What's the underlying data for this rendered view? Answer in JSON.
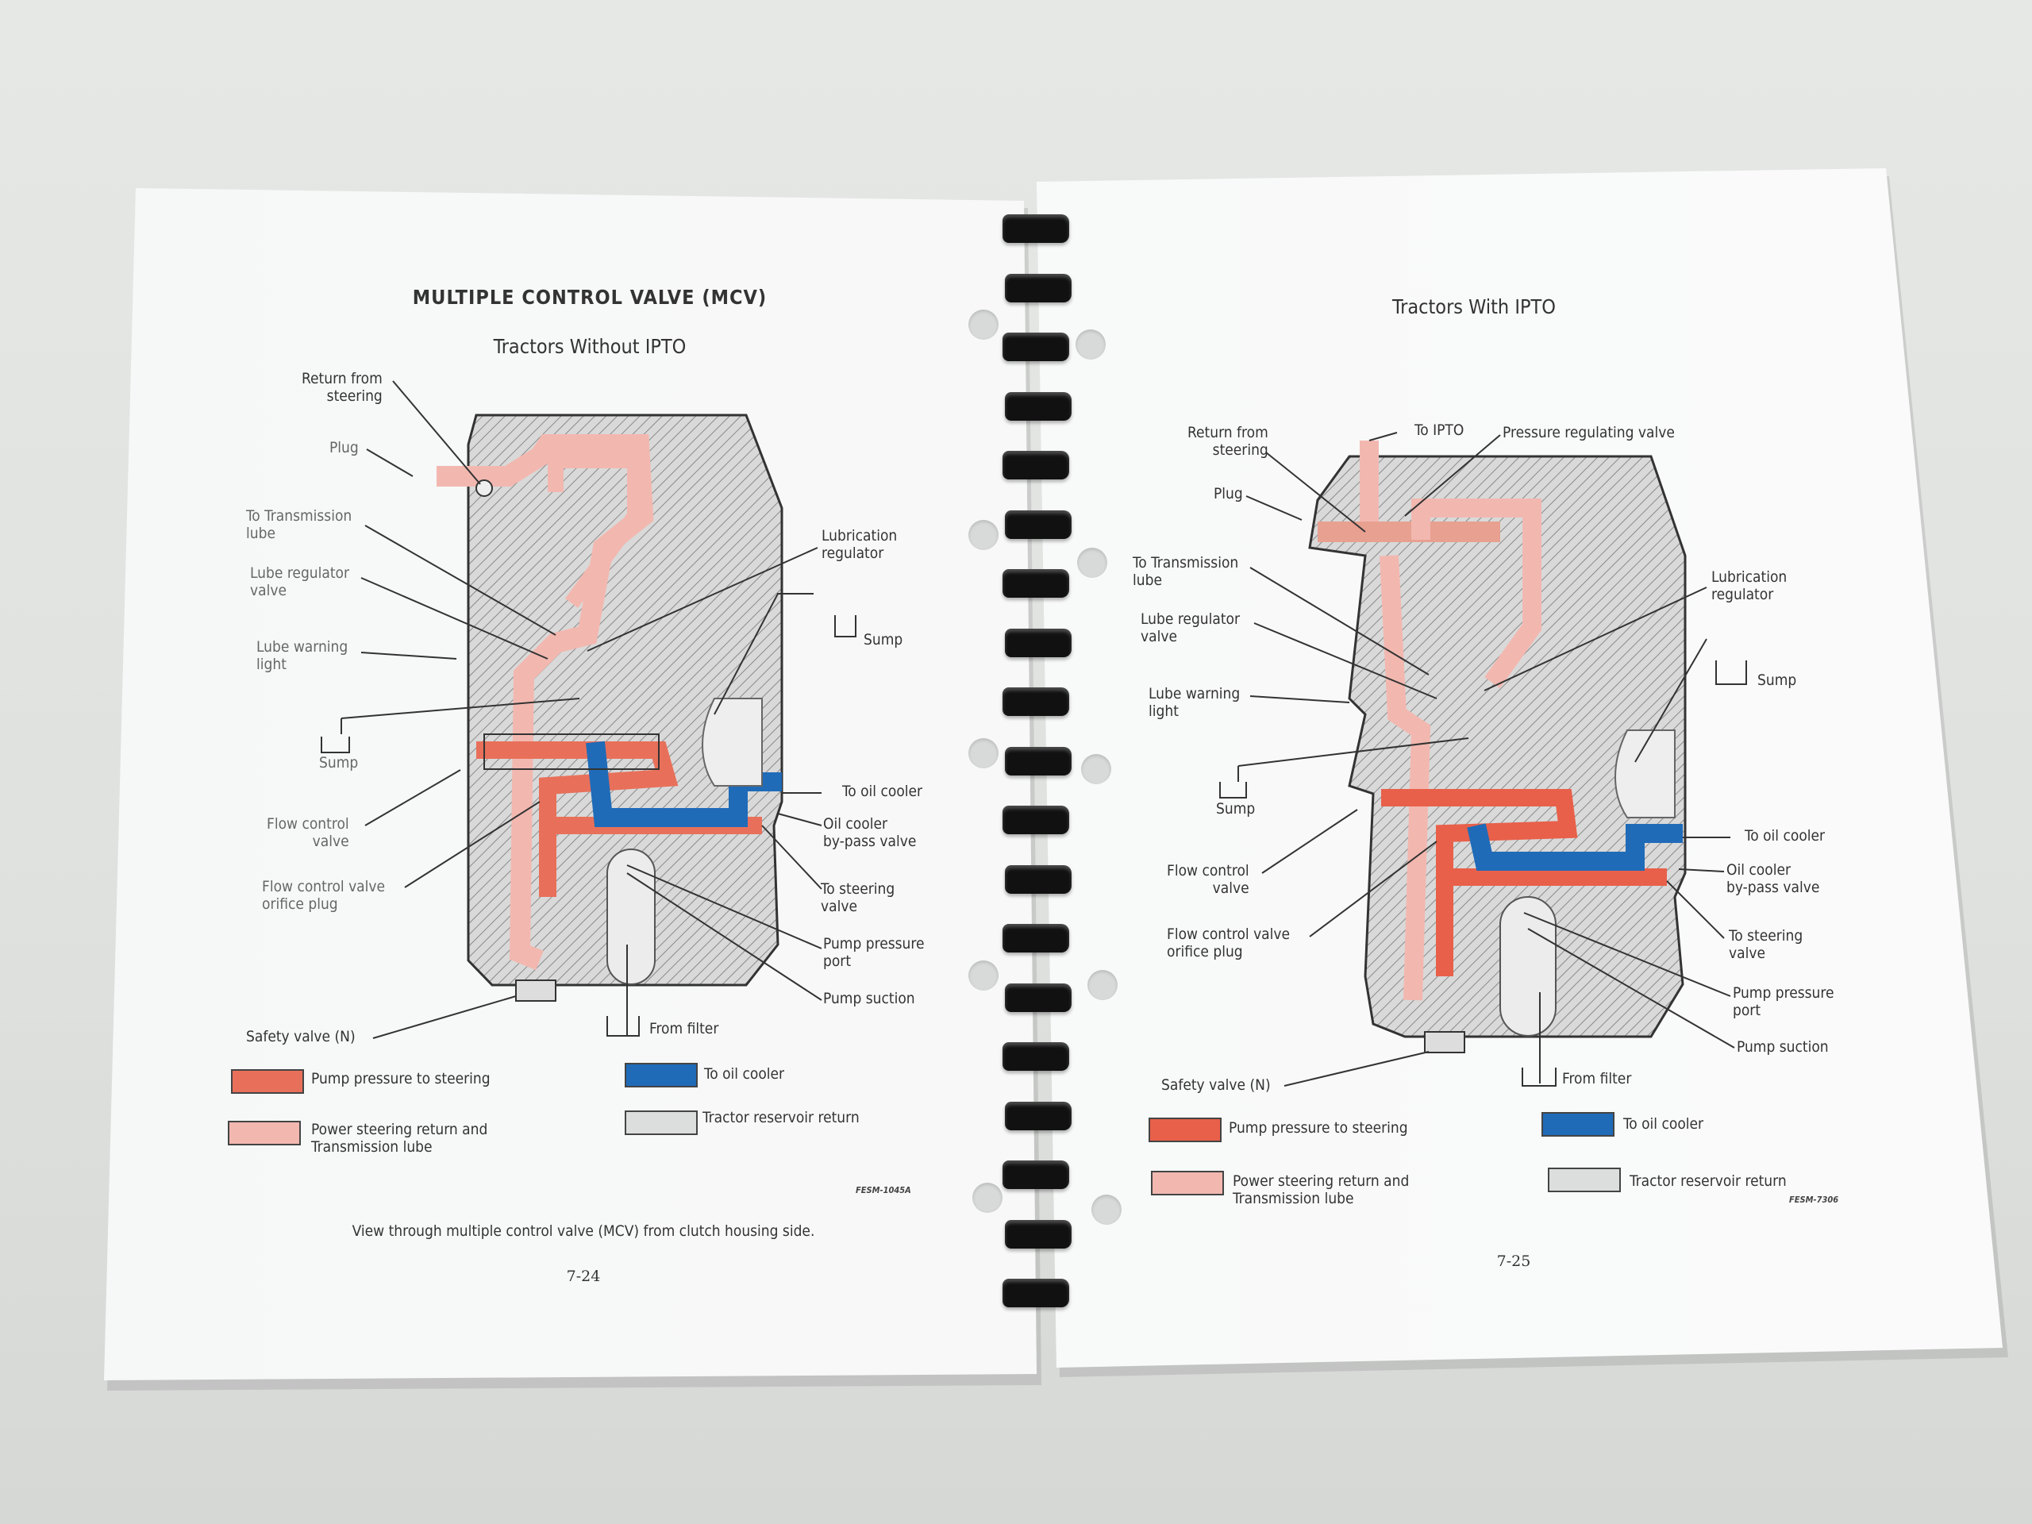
{
  "left_page": {
    "title": "MULTIPLE CONTROL VALVE (MCV)",
    "subtitle": "Tractors  Without IPTO",
    "labels": {
      "return_from_steering": [
        "Return from",
        "steering"
      ],
      "plug": "Plug",
      "to_transmission_lube": [
        "To Transmission",
        "lube"
      ],
      "lube_regulator_valve": [
        "Lube regulator",
        "valve"
      ],
      "lube_warning_light": [
        "Lube warning",
        "light"
      ],
      "sump_left": "Sump",
      "flow_control_valve": [
        "Flow control",
        "valve"
      ],
      "flow_control_orifice_plug": [
        "Flow control valve",
        "orifice plug"
      ],
      "safety_valve": "Safety valve (N)",
      "lubrication_regulator": [
        "Lubrication",
        "regulator"
      ],
      "sump_right": "Sump",
      "to_oil_cooler": "To oil cooler",
      "oil_cooler_bypass": [
        "Oil cooler",
        "by-pass valve"
      ],
      "to_steering_valve": [
        "To steering",
        "valve"
      ],
      "pump_pressure_port": [
        "Pump pressure",
        "port"
      ],
      "pump_suction": "Pump suction",
      "from_filter": "From filter"
    },
    "legend": [
      {
        "label": [
          "Pump pressure to steering"
        ],
        "color": "#e8705a"
      },
      {
        "label": [
          "Power steering return and",
          "Transmission lube"
        ],
        "color": "#f2b8b0"
      },
      {
        "label": [
          "To oil cooler"
        ],
        "color": "#1f6bb8"
      },
      {
        "label": [
          "Tractor reservoir return"
        ],
        "color": "#dcdddd"
      }
    ],
    "figure_code": "FESM-1045A",
    "caption": "View through multiple control valve (MCV) from clutch housing side.",
    "page_number": "7-24"
  },
  "right_page": {
    "subtitle": "Tractors With IPTO",
    "labels": {
      "return_from_steering": [
        "Return from",
        "steering"
      ],
      "to_ipto": "To IPTO",
      "pressure_regulating_valve": "Pressure regulating valve",
      "plug": "Plug",
      "to_transmission_lube": [
        "To Transmission",
        "lube"
      ],
      "lube_regulator_valve": [
        "Lube regulator",
        "valve"
      ],
      "lube_warning_light": [
        "Lube warning",
        "light"
      ],
      "sump_left": "Sump",
      "flow_control_valve": [
        "Flow control",
        "valve"
      ],
      "flow_control_orifice_plug": [
        "Flow control valve",
        "orifice plug"
      ],
      "safety_valve": "Safety valve (N)",
      "lubrication_regulator": [
        "Lubrication",
        "regulator"
      ],
      "sump_right": "Sump",
      "to_oil_cooler": "To oil cooler",
      "oil_cooler_bypass": [
        "Oil cooler",
        "by-pass valve"
      ],
      "to_steering_valve": [
        "To steering",
        "valve"
      ],
      "pump_pressure_port": [
        "Pump pressure",
        "port"
      ],
      "pump_suction": "Pump suction",
      "from_filter": "From filter"
    },
    "legend": [
      {
        "label": [
          "Pump pressure to steering"
        ],
        "color": "#e8604a"
      },
      {
        "label": [
          "Power steering return and",
          "Transmission lube"
        ],
        "color": "#f2b8b0"
      },
      {
        "label": [
          "To oil cooler"
        ],
        "color": "#1f6bb8"
      },
      {
        "label": [
          "Tractor reservoir return"
        ],
        "color": "#dcdddd"
      }
    ],
    "figure_code": "FESM-7306",
    "page_number": "7-25"
  },
  "colors": {
    "pressure": "#e8705a",
    "return": "#f2b8b0",
    "cooler": "#1f6bb8",
    "reservoir": "#dcdddd",
    "binding": "#111111"
  }
}
